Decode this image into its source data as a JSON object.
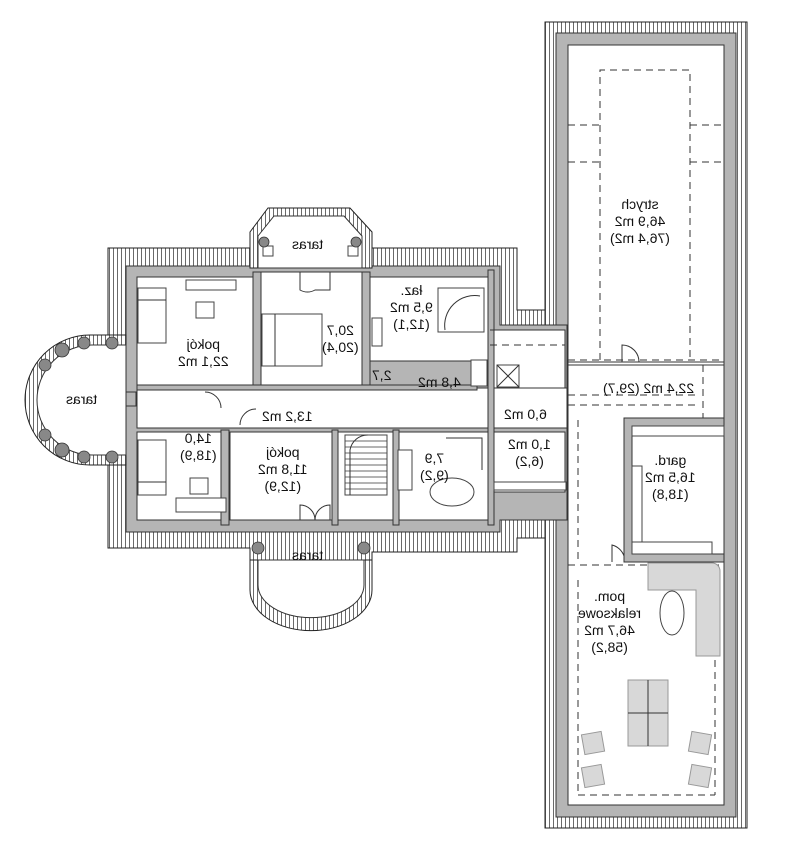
{
  "labels": {
    "strych": {
      "name": "strych",
      "area": "46,9 m2",
      "area_total": "(76,4 m2)"
    },
    "hall_right": {
      "area": "22,4 m2 (29,7)"
    },
    "garderoba": {
      "name": "gard.",
      "area": "16,5 m2",
      "area_total": "(18,8)"
    },
    "relax": {
      "name": "pom.",
      "name2": "relaksowe",
      "area": "46,7 m2",
      "area_total": "(58,2)"
    },
    "lazienka_top": {
      "name": "łaz.",
      "area": "9,5 m2",
      "area_total": "(12,1)"
    },
    "sypialnia": {
      "area": "20,7",
      "area_total": "(20,4)"
    },
    "pokoj_left_top": {
      "name": "pokój",
      "area": "22,1 m2"
    },
    "pokoj_left_bottom": {
      "area": "14,0",
      "area_total": "(18,9)"
    },
    "pokoj_middle": {
      "name": "pokój",
      "area": "11,8 m2",
      "area_total": "(12,9)"
    },
    "lazienka_bottom": {
      "area": "7,9",
      "area_total": "(9,2)"
    },
    "hall_main": {
      "area": "13,2 m2"
    },
    "area_27": {
      "area": "2,7"
    },
    "area_48": {
      "area": "4,8 m2"
    },
    "area_60": {
      "area": "6,0 m2"
    },
    "area_10": {
      "area": "1,0 m2",
      "area_total": "(6,2)"
    },
    "taras_top": {
      "name": "taras"
    },
    "taras_left": {
      "name": "taras"
    },
    "taras_bottom": {
      "name": "taras"
    }
  }
}
